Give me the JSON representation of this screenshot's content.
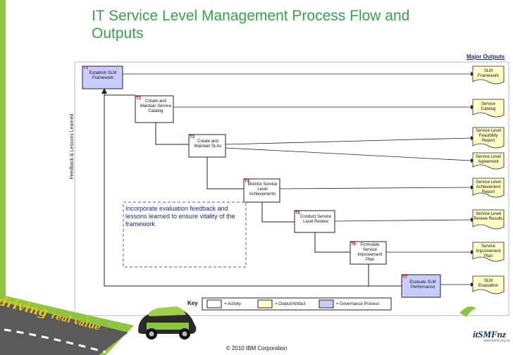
{
  "title": "IT Service Level Management Process Flow and Outputs",
  "major_outputs_label": "Major Outputs",
  "feedback_label": "Feedback & Lessons Learned",
  "callout_text": "Incorporate evaluation feedback and lessons learned to ensure vitality of the framework",
  "tasks": [
    {
      "num": "T1",
      "label": "Establish SLM Framework"
    },
    {
      "num": "T2",
      "label": "Create and Maintain Service Catalog"
    },
    {
      "num": "T3",
      "label": "Create and Maintain SLAs"
    },
    {
      "num": "T4",
      "label": "Monitor Service Level Achievements"
    },
    {
      "num": "T5",
      "label": "Conduct Service Level Review"
    },
    {
      "num": "T6",
      "label": "Formulate Service Improvement Plan"
    },
    {
      "num": "T7",
      "label": "Evaluate SLM Performance"
    }
  ],
  "outputs": [
    "SLM Framework",
    "Service Catalog",
    "Service Level Feasibility Report",
    "Service Level Agreement",
    "Service Level Achievement Report",
    "Service Level Review Results",
    "Service Improvement Plan",
    "SLM Evaluation"
  ],
  "key": {
    "label": "Key",
    "activity": "= Activity",
    "output": "= Output/Artifact",
    "governance": "= Governance Process"
  },
  "banner": {
    "word1": "driving",
    "word2": "real value"
  },
  "logo": {
    "text": "itSMFnz",
    "url": "www.itsmf.org.nz"
  },
  "copyright": "© 2010 IBM Corporation",
  "colors": {
    "title": "#3aa04a",
    "activity_fill": "#ffffff",
    "output_fill": "#ffffc8",
    "governance_fill": "#c8ccff",
    "callout_text": "#1b2a7a",
    "task_number": "#cc0000"
  }
}
